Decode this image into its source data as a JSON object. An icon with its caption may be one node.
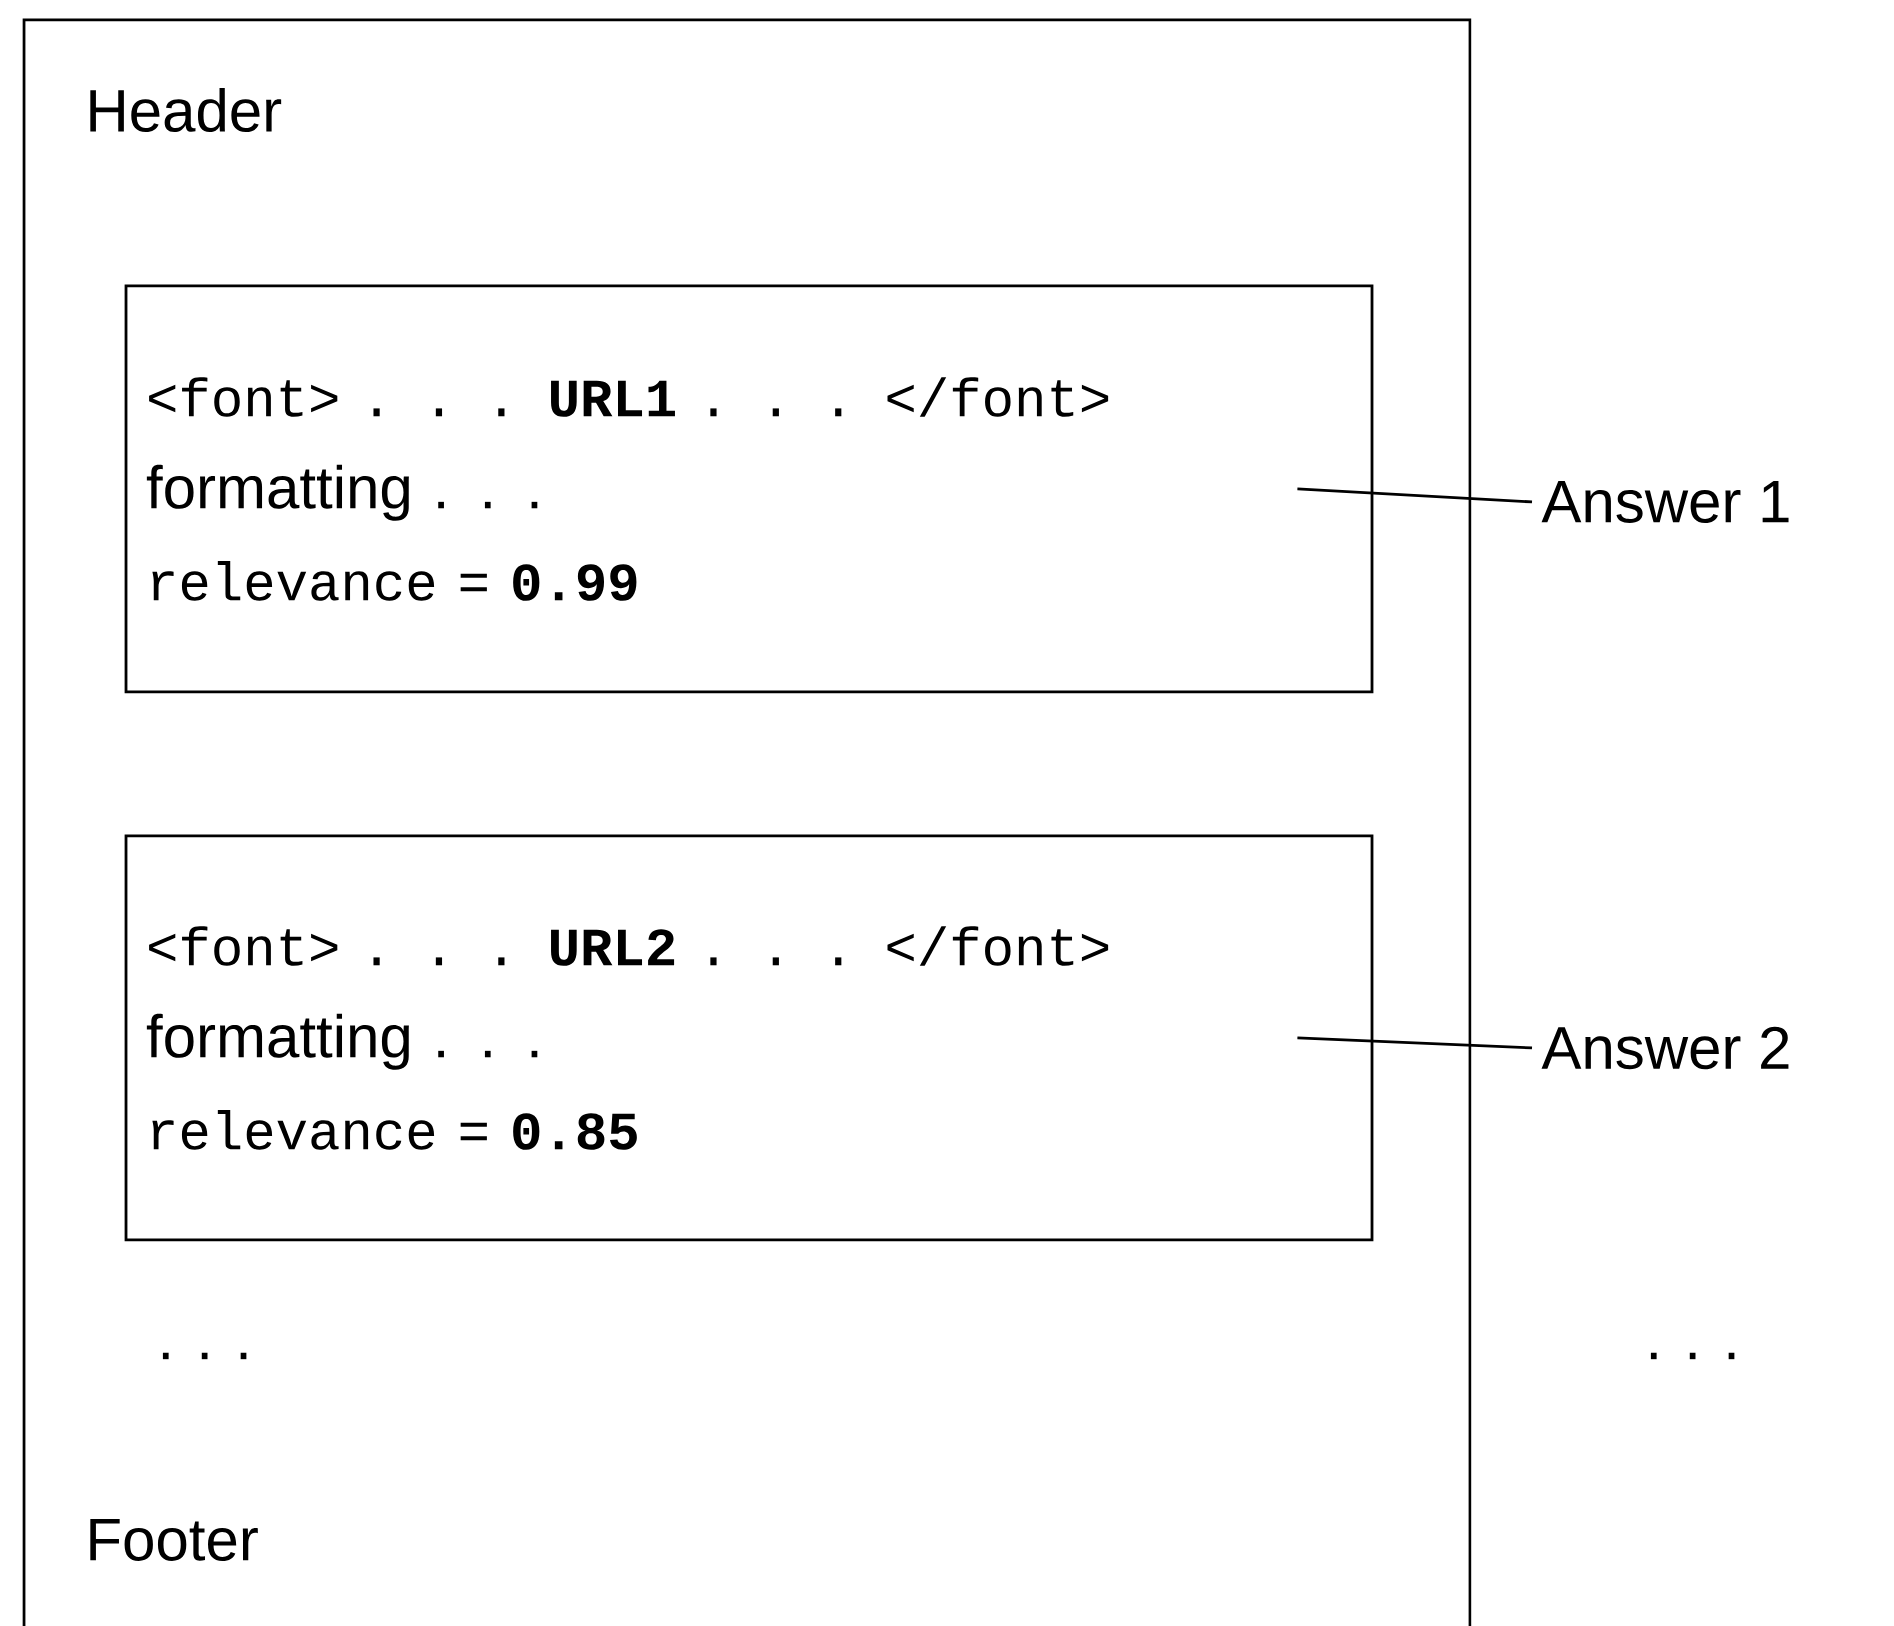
{
  "diagram": {
    "nodes": [
      {
        "text": [
          "Header",
          ". . .",
          "Footer"
        ]
      },
      {
        "text": [
          "<font> . . . **URL1** . . . </font>",
          "formatting . . .",
          "relevance = **0.99**"
        ],
        "in": 0
      },
      {
        "text": [
          "<font> . . . **URL2** . . . </font>",
          "formatting . . .",
          "relevance = **0.85**"
        ],
        "in": 0
      },
      {
        "text": [
          "Answer 1"
        ]
      },
      {
        "text": [
          "Answer 2"
        ]
      }
    ],
    "edges": [
      {
        "from": 3,
        "to": 1,
        "arrow": "none"
      },
      {
        "from": 4,
        "to": 2,
        "arrow": "none"
      }
    ],
    "labels": [
      ". . ."
    ]
  }
}
